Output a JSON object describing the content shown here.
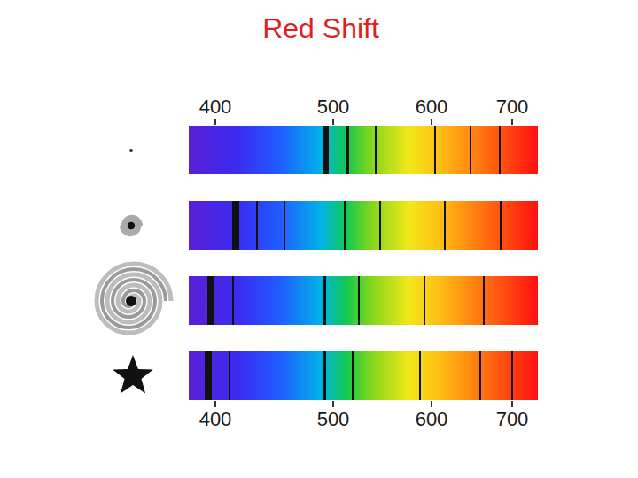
{
  "diagram": {
    "title": "Red Shift",
    "labels": [
      "400",
      "500",
      "600",
      "700",
      "400",
      "500",
      "600",
      "700"
    ]
  }
}
